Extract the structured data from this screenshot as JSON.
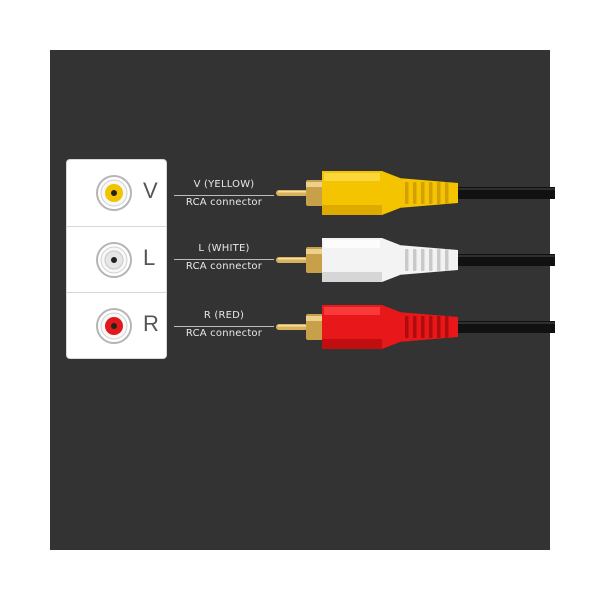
{
  "jacks": [
    {
      "letter": "V",
      "color": "#f2c400"
    },
    {
      "letter": "L",
      "color": "#ececec"
    },
    {
      "letter": "R",
      "color": "#e2191b"
    }
  ],
  "connectors": [
    {
      "name": "V (YELLOW)",
      "type": "RCA connector",
      "color": "#f4c400",
      "shade": "#d49f00",
      "light": "#ffdf52"
    },
    {
      "name": "L (WHITE)",
      "type": "RCA connector",
      "color": "#f3f3f3",
      "shade": "#c9c9c9",
      "light": "#ffffff"
    },
    {
      "name": "R (RED)",
      "type": "RCA connector",
      "color": "#e8171a",
      "shade": "#b00b0e",
      "light": "#ff4a48"
    }
  ],
  "colors": {
    "background": "#333333",
    "cable": "#111111",
    "tip": "#d9b15a"
  }
}
